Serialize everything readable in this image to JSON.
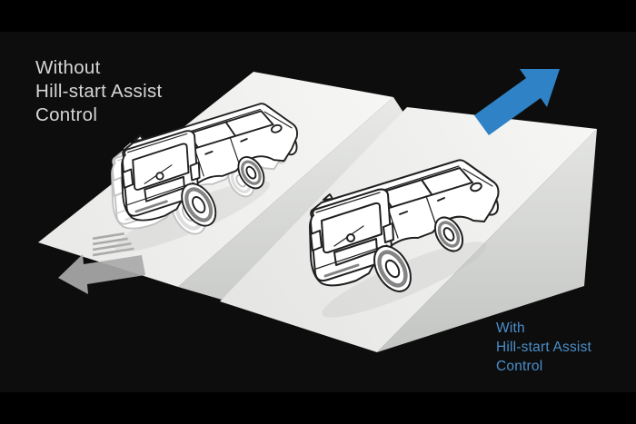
{
  "diagram": {
    "left_caption": {
      "line1": "Without",
      "line2": "Hill-start Assist",
      "line3": "Control"
    },
    "right_caption": {
      "line1": "With",
      "line2": "Hill-start Assist",
      "line3": "Control"
    },
    "colors": {
      "background": "#000000",
      "stage": "#0d0d0d",
      "label_gray": "#d6d6d6",
      "accent_blue": "#4a8fca",
      "arrow_blue": "#2f82c6",
      "arrow_gray": "#a9a9a9",
      "ramp_top_light": "#f5f5f3",
      "ramp_top_dark": "#e8e8e6",
      "ramp_side_light": "#e6e7e5",
      "ramp_side_dark": "#c3c5c3"
    }
  }
}
